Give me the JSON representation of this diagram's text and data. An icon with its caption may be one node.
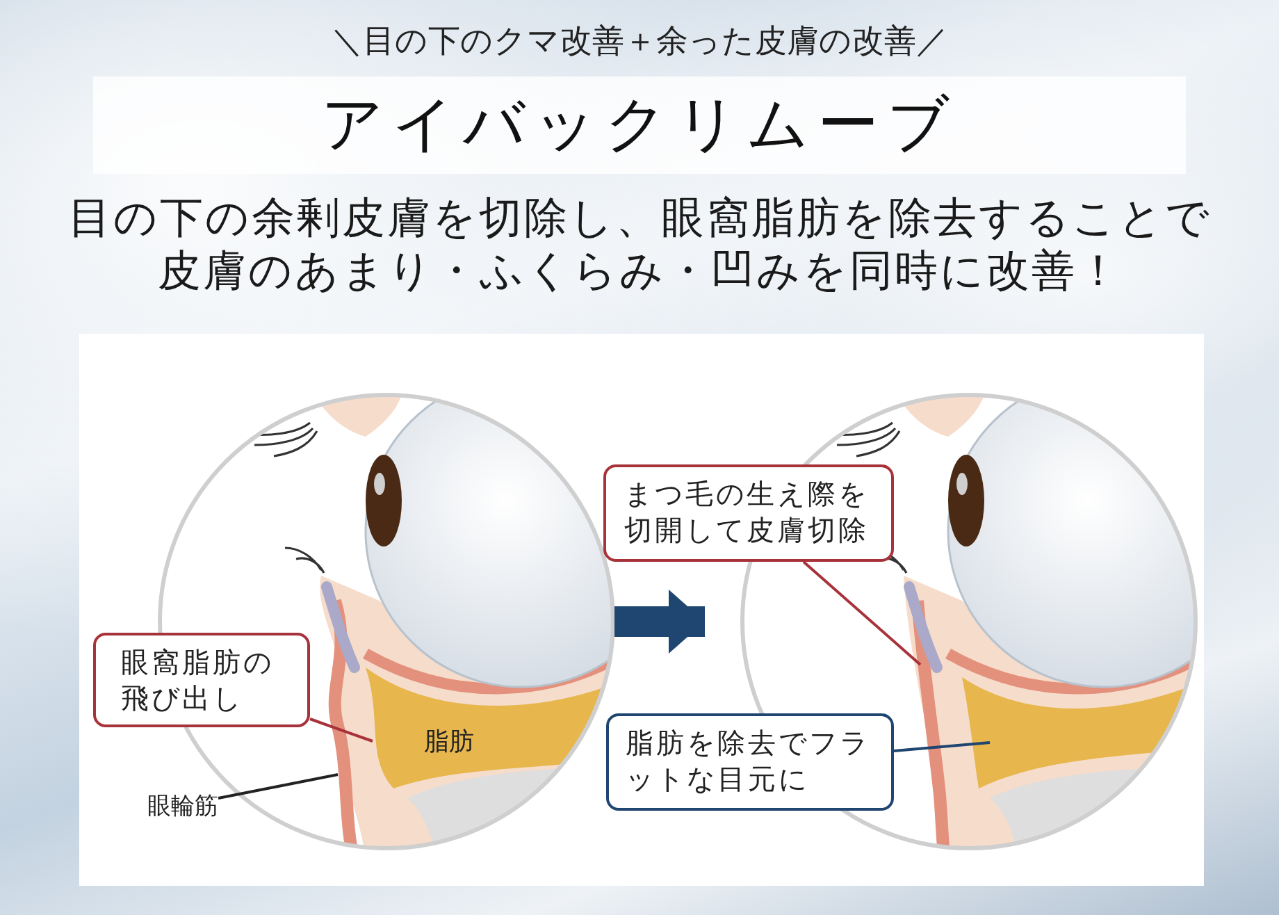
{
  "diagram": {
    "title": "アイバックリムーブ",
    "caption": "目の下の余剰皮膚を切除し、眼窩脂肪を除去することで皮膚のあまり・ふくらみ・凹みを同時に改善！",
    "nodes": [
      {
        "text": [],
        "shape": "picture"
      },
      {
        "text": [
          "眼窩脂肪の飛び出し"
        ]
      },
      {
        "text": [
          "眼輪筋"
        ]
      },
      {
        "text": [],
        "shape": "picture"
      },
      {
        "text": [
          "まつ毛の生え際を切開して皮膚切除"
        ]
      },
      {
        "text": [
          "脂肪を除去でフラットな目元に"
        ]
      }
    ],
    "edges": [
      {
        "from": 0,
        "to": 3,
        "arrow": "to",
        "style": "thick",
        "color": "#1f4670"
      },
      {
        "from": 1,
        "to": 0,
        "arrow": "none",
        "color": "#a8323a"
      },
      {
        "from": 2,
        "to": 0,
        "arrow": "none",
        "color": "#222222"
      },
      {
        "from": 4,
        "to": 3,
        "arrow": "none",
        "color": "#a8323a"
      },
      {
        "from": 5,
        "to": 3,
        "arrow": "none",
        "color": "#1f4670"
      }
    ],
    "labels": [
      "＼目の下のクマ改善＋余った皮膚の改善／",
      "脂肪"
    ]
  }
}
